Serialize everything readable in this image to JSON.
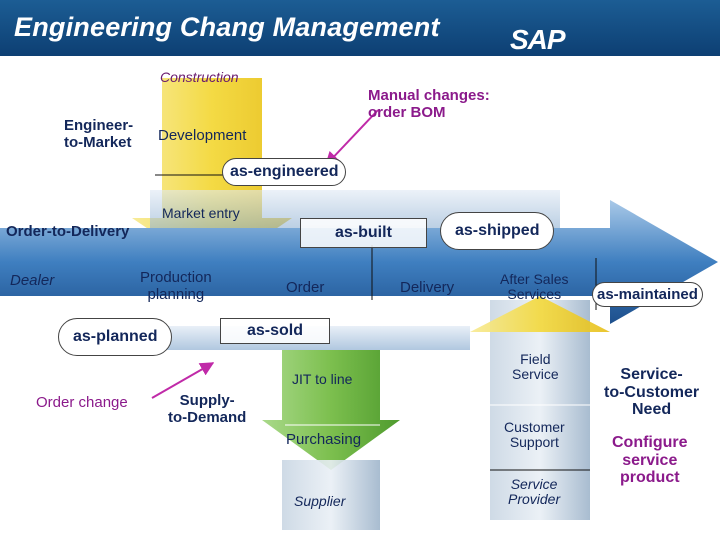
{
  "title": "Engineering Chang Management",
  "logo": {
    "text": "SAP",
    "color": "#ffffff"
  },
  "colors": {
    "header": "#0d3f73",
    "band": "#3f7fc0",
    "accent_yellow": "#f3d83a",
    "green": "#7cbf4e",
    "callout": "#8b1a8b"
  },
  "stages": {
    "construction": "Construction",
    "engineer_to_market": "Engineer-\nto-Market",
    "development": "Development",
    "market_entry": "Market entry",
    "order_to_delivery": "Order-to-Delivery",
    "dealer": "Dealer",
    "production_planning": "Production\nplanning",
    "order": "Order",
    "delivery": "Delivery",
    "after_sales": "After Sales\nServices",
    "jit": "JIT to line",
    "purchasing": "Purchasing",
    "supplier": "Supplier",
    "supply_to_demand": "Supply-\nto-Demand",
    "field_service": "Field\nService",
    "customer_support": "Customer\nSupport",
    "service_provider": "Service\nProvider",
    "service_to_customer": "Service-\nto-Customer\nNeed"
  },
  "states": {
    "as_engineered": "as-engineered",
    "as_built": "as-built",
    "as_shipped": "as-shipped",
    "as_maintained": "as-maintained",
    "as_planned": "as-planned",
    "as_sold": "as-sold"
  },
  "callouts": {
    "manual_changes": "Manual changes:\norder BOM",
    "order_change": "Order change",
    "configure": "Configure\nservice\nproduct"
  }
}
